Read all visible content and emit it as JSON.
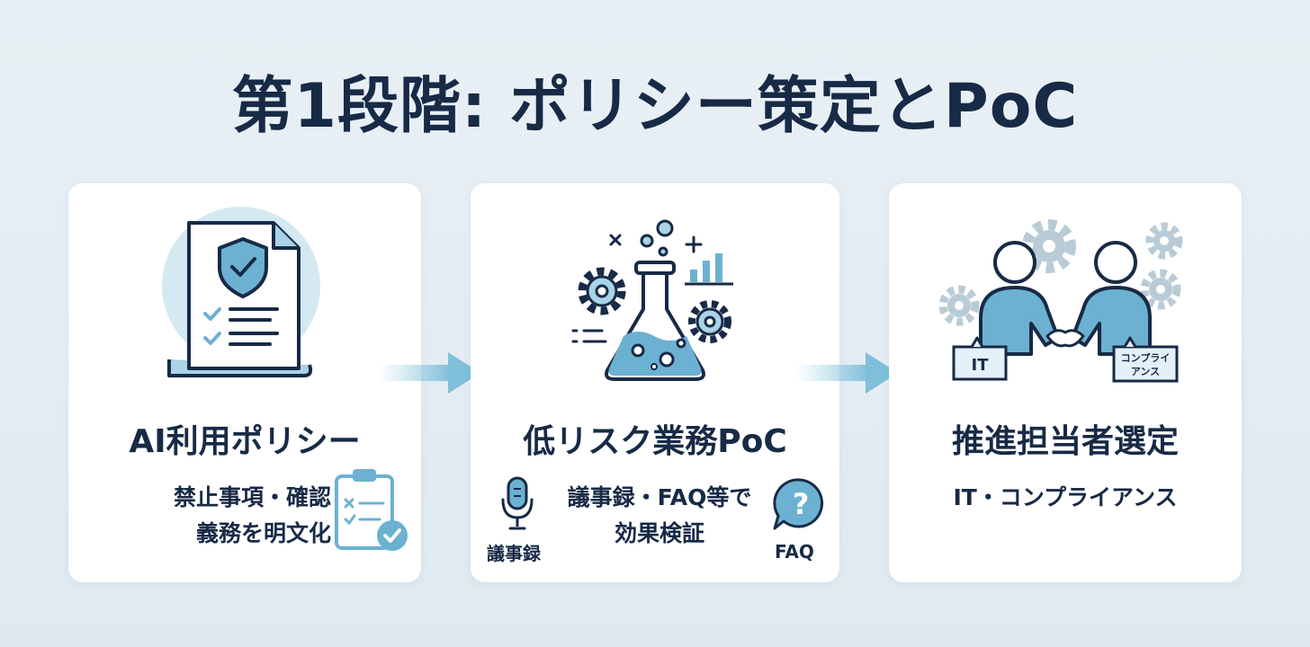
{
  "title": "第1段階: ポリシー策定とPoC",
  "cards": [
    {
      "title": "AI利用ポリシー",
      "desc_lines": [
        "禁止事項・確認",
        "義務を明文化"
      ]
    },
    {
      "title": "低リスク業務PoC",
      "desc_lines": [
        "議事録・FAQ等で",
        "効果検証"
      ],
      "mic_label": "議事録",
      "faq_label": "FAQ"
    },
    {
      "title": "推進担当者選定",
      "desc": "IT・コンプライアンス",
      "badge_it": "IT",
      "badge_compliance_line1": "コンプライ",
      "badge_compliance_line2": "アンス"
    }
  ],
  "colors": {
    "navy": "#172a46",
    "accent_blue": "#6cb1d1",
    "light_blue": "#a9d3e6",
    "gear_gray": "#b9cbd6",
    "background": "#e6eef4"
  }
}
